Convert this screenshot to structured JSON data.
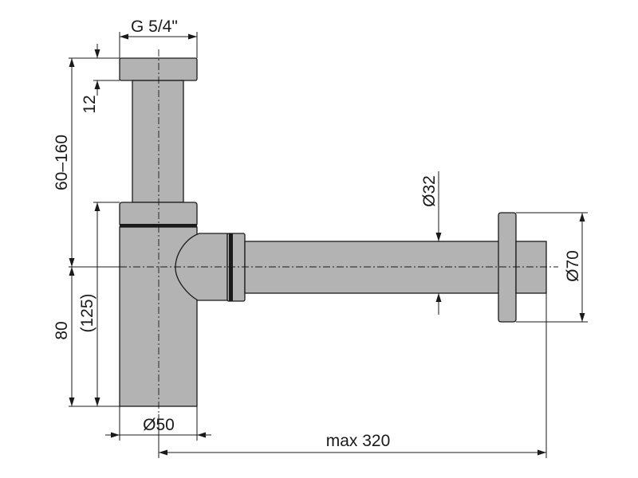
{
  "labels": {
    "thread": "G 5/4\"",
    "cap_height": "12",
    "height_range": "60–160",
    "outlet_height": "80",
    "body_height": "(125)",
    "outlet_diameter": "Ø32",
    "rosette_diameter": "Ø70",
    "body_diameter": "Ø50",
    "max_length": "max 320"
  }
}
